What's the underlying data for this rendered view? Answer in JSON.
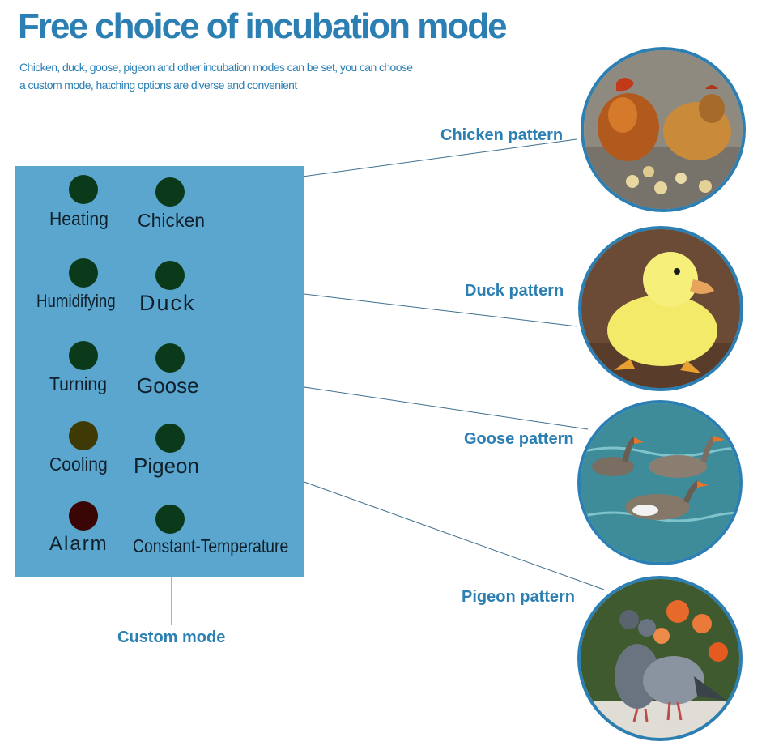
{
  "header": {
    "title": "Free choice of incubation mode",
    "subtitle_line1": "Chicken, duck, goose, pigeon and other incubation modes can be set, you can choose",
    "subtitle_line2": "a custom mode, hatching options are diverse and convenient"
  },
  "panel": {
    "status_indicators": [
      {
        "label": "Heating",
        "color": "#0a3a1a"
      },
      {
        "label": "Humidifying",
        "color": "#0a3a1a"
      },
      {
        "label": "Turning",
        "color": "#0a3a1a"
      },
      {
        "label": "Cooling",
        "color": "#3f3a05"
      },
      {
        "label": "Alarm",
        "color": "#3a0505"
      }
    ],
    "mode_indicators": [
      {
        "label": "Chicken",
        "color": "#0a3a1a"
      },
      {
        "label": "Duck",
        "color": "#0a3a1a"
      },
      {
        "label": "Goose",
        "color": "#0a3a1a"
      },
      {
        "label": "Pigeon",
        "color": "#0a3a1a"
      },
      {
        "label": "Constant-Temperature",
        "color": "#0a3a1a"
      }
    ]
  },
  "callouts": {
    "chicken": "Chicken pattern",
    "duck": "Duck pattern",
    "goose": "Goose pattern",
    "pigeon": "Pigeon pattern",
    "custom": "Custom mode"
  },
  "colors": {
    "accent": "#2b7fb3",
    "panel_bg": "#5aa6cf"
  }
}
